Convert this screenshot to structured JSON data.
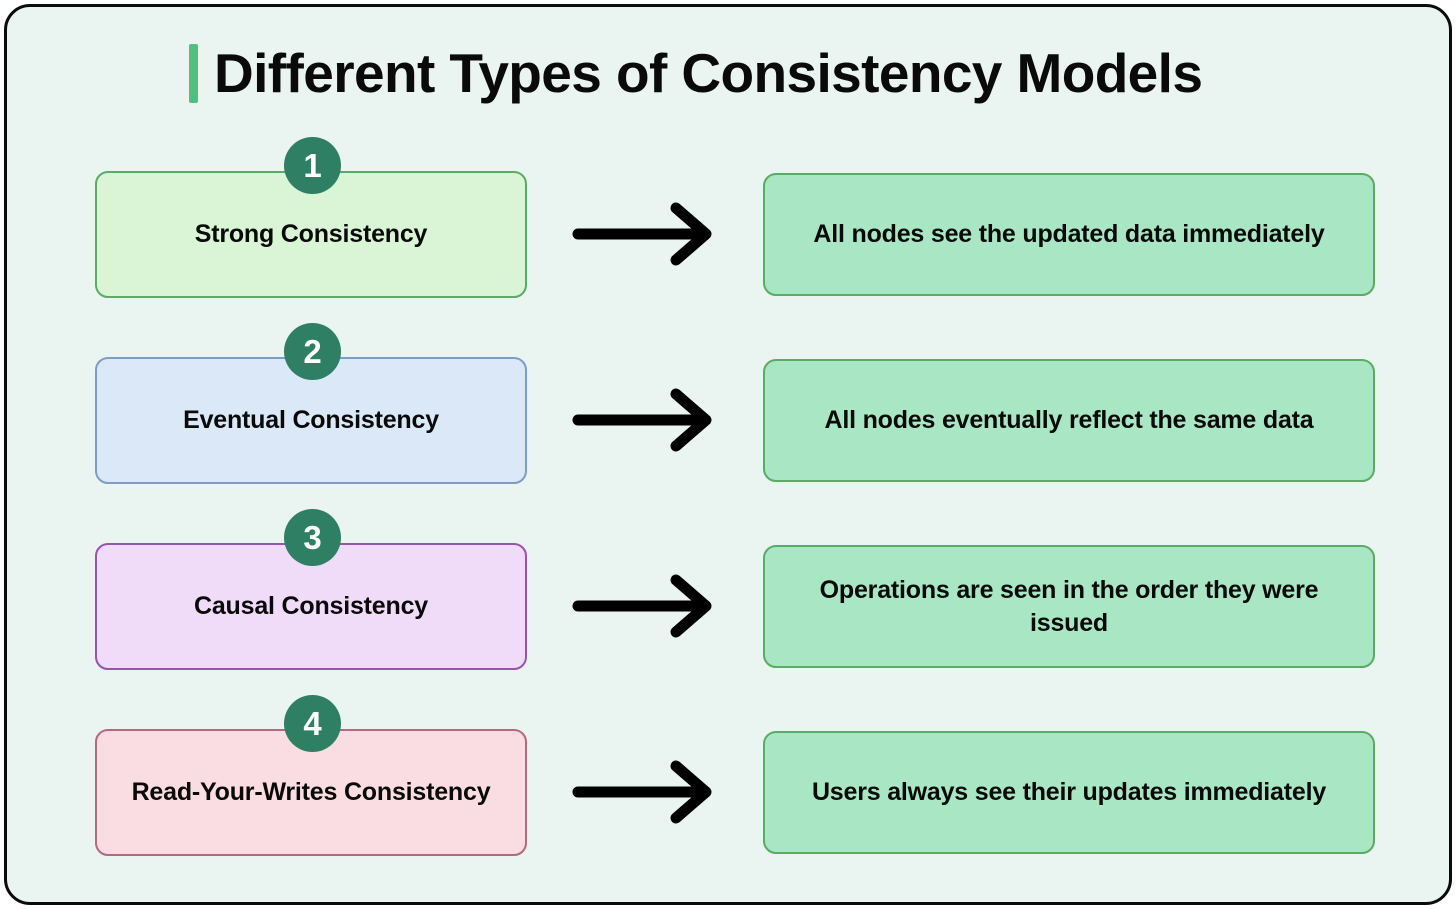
{
  "page": {
    "title": "Different Types of Consistency Models",
    "background_color": "#eaf4f0",
    "frame_border_color": "#0b0b0b",
    "accent_color": "#4ec17f",
    "badge_color": "#2e7f63",
    "arrow_color": "#000000",
    "arrow_icon": "arrow-right-icon"
  },
  "rows": [
    {
      "number": "1",
      "model": "Strong Consistency",
      "description": "All nodes see the updated data immediately",
      "model_fill": "#d9f5d6",
      "model_border": "#5aab63",
      "description_fill": "#a8e6c4",
      "description_border": "#5aab63"
    },
    {
      "number": "2",
      "model": "Eventual Consistency",
      "description": "All nodes eventually reflect the same data",
      "model_fill": "#dbe8f8",
      "model_border": "#7e9cc4",
      "description_fill": "#a8e6c4",
      "description_border": "#5aab63"
    },
    {
      "number": "3",
      "model": "Causal Consistency",
      "description": "Operations are seen in the order they were issued",
      "model_fill": "#f0dcf8",
      "model_border": "#9a52b0",
      "description_fill": "#a8e6c4",
      "description_border": "#5aab63"
    },
    {
      "number": "4",
      "model": "Read-Your-Writes Consistency",
      "description": "Users always see their updates immediately",
      "model_fill": "#fadde2",
      "model_border": "#b5687f",
      "description_fill": "#a8e6c4",
      "description_border": "#5aab63"
    }
  ]
}
